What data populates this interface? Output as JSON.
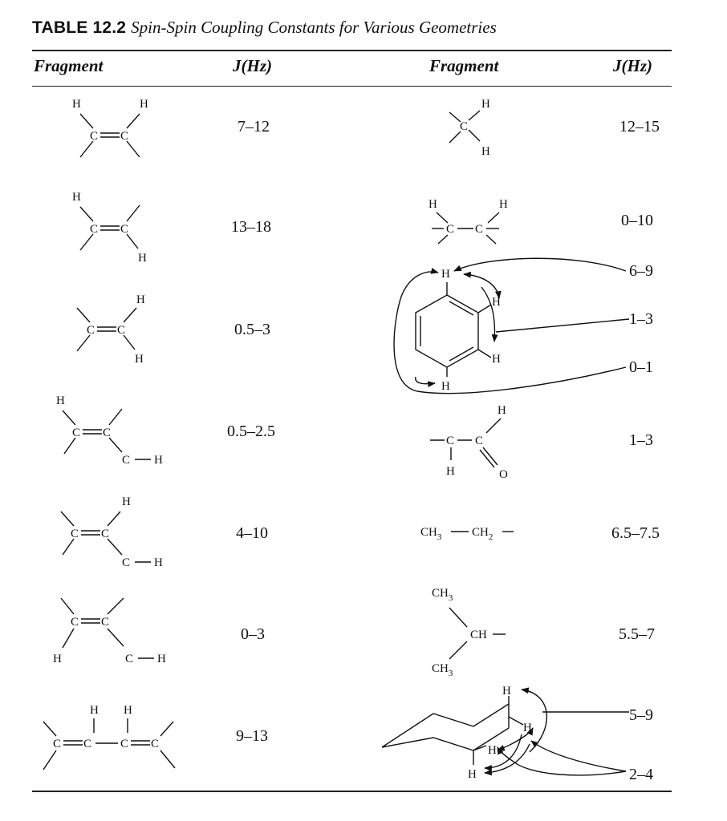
{
  "caption": {
    "label": "TABLE 12.2",
    "title": "Spin-Spin Coupling Constants for Various Geometries"
  },
  "headers": {
    "left_fragment": "Fragment",
    "left_j": "J(Hz)",
    "right_fragment": "Fragment",
    "right_j": "J(Hz)"
  },
  "atoms": {
    "C": "C",
    "H": "H",
    "O": "O",
    "CH": "CH",
    "CH3": "CH",
    "CH2": "CH",
    "sub3": "3",
    "sub2": "2"
  },
  "rows_left": [
    {
      "j": "7–12"
    },
    {
      "j": "13–18"
    },
    {
      "j": "0.5–3"
    },
    {
      "j": "0.5–2.5"
    },
    {
      "j": "4–10"
    },
    {
      "j": "0–3"
    },
    {
      "j": "9–13"
    }
  ],
  "rows_right": [
    {
      "j": "12–15"
    },
    {
      "j": "0–10"
    },
    {
      "j_ortho": "6–9",
      "j_meta": "1–3",
      "j_para": "0–1"
    },
    {
      "j": "1–3"
    },
    {
      "j": "6.5–7.5"
    },
    {
      "j": "5.5–7"
    },
    {
      "j_axial": "5–9",
      "j_other": "2–4"
    }
  ]
}
